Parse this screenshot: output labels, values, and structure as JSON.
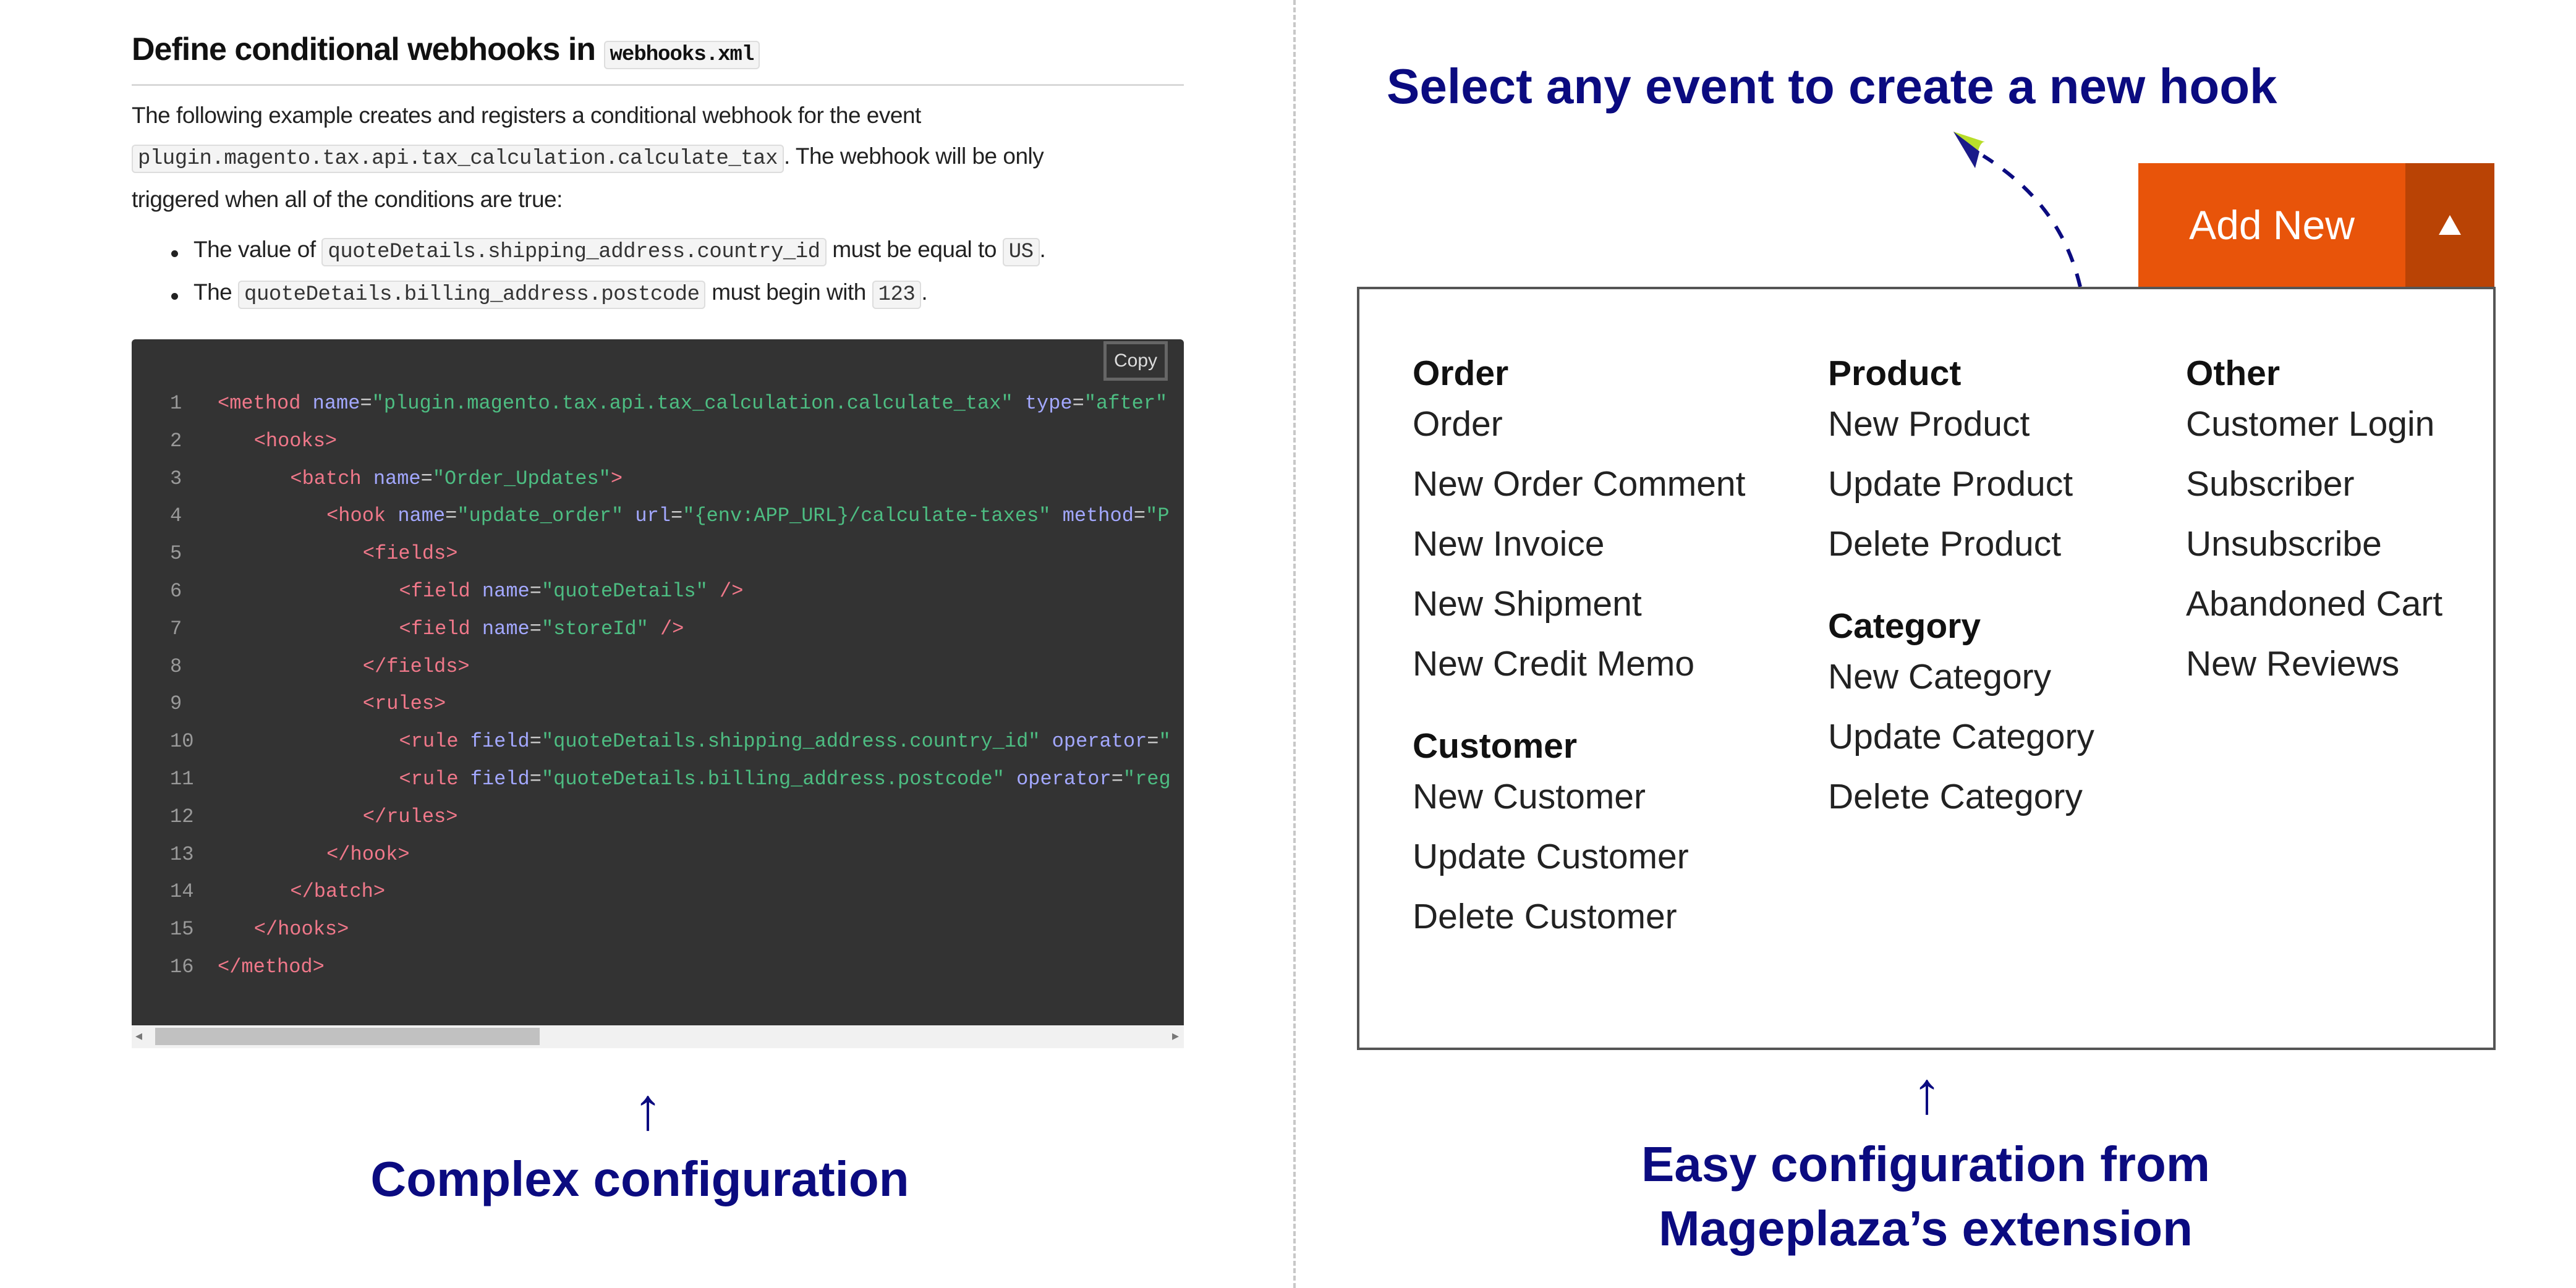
{
  "doc": {
    "heading_text": "Define conditional webhooks in",
    "heading_code": "webhooks.xml",
    "para_line1": "The following example creates and registers a conditional webhook for the event",
    "para_code": "plugin.magento.tax.api.tax_calculation.calculate_tax",
    "para_line2_rest": ". The webhook will be only",
    "para_line3": "triggered when all of the conditions are true:",
    "bullets": [
      {
        "pre": "The value of",
        "code1": "quoteDetails.shipping_address.country_id",
        "mid": "must be equal to",
        "code2": "US",
        "post": "."
      },
      {
        "pre": "The",
        "code1": "quoteDetails.billing_address.postcode",
        "mid": "must begin with",
        "code2": "123",
        "post": "."
      }
    ],
    "copy_label": "Copy",
    "code_lines": [
      {
        "n": "1",
        "indent": 0,
        "tokens": [
          [
            "tag",
            "<method"
          ],
          [
            "p",
            " "
          ],
          [
            "attr",
            "name"
          ],
          [
            "p",
            "="
          ],
          [
            "str",
            "\"plugin.magento.tax.api.tax_calculation.calculate_tax\""
          ],
          [
            "p",
            " "
          ],
          [
            "attr",
            "type"
          ],
          [
            "p",
            "="
          ],
          [
            "str",
            "\"after\""
          ]
        ]
      },
      {
        "n": "2",
        "indent": 1,
        "tokens": [
          [
            "tag",
            "<hooks>"
          ]
        ]
      },
      {
        "n": "3",
        "indent": 2,
        "tokens": [
          [
            "tag",
            "<batch"
          ],
          [
            "p",
            " "
          ],
          [
            "attr",
            "name"
          ],
          [
            "p",
            "="
          ],
          [
            "str",
            "\"Order_Updates\""
          ],
          [
            "tag",
            ">"
          ]
        ]
      },
      {
        "n": "4",
        "indent": 3,
        "tokens": [
          [
            "tag",
            "<hook"
          ],
          [
            "p",
            " "
          ],
          [
            "attr",
            "name"
          ],
          [
            "p",
            "="
          ],
          [
            "str",
            "\"update_order\""
          ],
          [
            "p",
            " "
          ],
          [
            "attr",
            "url"
          ],
          [
            "p",
            "="
          ],
          [
            "str",
            "\"{env:APP_URL}/calculate-taxes\""
          ],
          [
            "p",
            " "
          ],
          [
            "attr",
            "method"
          ],
          [
            "p",
            "="
          ],
          [
            "str",
            "\"P"
          ]
        ]
      },
      {
        "n": "5",
        "indent": 4,
        "tokens": [
          [
            "tag",
            "<fields>"
          ]
        ]
      },
      {
        "n": "6",
        "indent": 5,
        "tokens": [
          [
            "tag",
            "<field"
          ],
          [
            "p",
            " "
          ],
          [
            "attr",
            "name"
          ],
          [
            "p",
            "="
          ],
          [
            "str",
            "\"quoteDetails\""
          ],
          [
            "p",
            " "
          ],
          [
            "tag",
            "/>"
          ]
        ]
      },
      {
        "n": "7",
        "indent": 5,
        "tokens": [
          [
            "tag",
            "<field"
          ],
          [
            "p",
            " "
          ],
          [
            "attr",
            "name"
          ],
          [
            "p",
            "="
          ],
          [
            "str",
            "\"storeId\""
          ],
          [
            "p",
            " "
          ],
          [
            "tag",
            "/>"
          ]
        ]
      },
      {
        "n": "8",
        "indent": 4,
        "tokens": [
          [
            "tag",
            "</fields>"
          ]
        ]
      },
      {
        "n": "9",
        "indent": 4,
        "tokens": [
          [
            "tag",
            "<rules>"
          ]
        ]
      },
      {
        "n": "10",
        "indent": 5,
        "tokens": [
          [
            "tag",
            "<rule"
          ],
          [
            "p",
            " "
          ],
          [
            "attr",
            "field"
          ],
          [
            "p",
            "="
          ],
          [
            "str",
            "\"quoteDetails.shipping_address.country_id\""
          ],
          [
            "p",
            " "
          ],
          [
            "attr",
            "operator"
          ],
          [
            "p",
            "="
          ],
          [
            "str",
            "\""
          ]
        ]
      },
      {
        "n": "11",
        "indent": 5,
        "tokens": [
          [
            "tag",
            "<rule"
          ],
          [
            "p",
            " "
          ],
          [
            "attr",
            "field"
          ],
          [
            "p",
            "="
          ],
          [
            "str",
            "\"quoteDetails.billing_address.postcode\""
          ],
          [
            "p",
            " "
          ],
          [
            "attr",
            "operator"
          ],
          [
            "p",
            "="
          ],
          [
            "str",
            "\"reg"
          ]
        ]
      },
      {
        "n": "12",
        "indent": 4,
        "tokens": [
          [
            "tag",
            "</rules>"
          ]
        ]
      },
      {
        "n": "13",
        "indent": 3,
        "tokens": [
          [
            "tag",
            "</hook>"
          ]
        ]
      },
      {
        "n": "14",
        "indent": 2,
        "tokens": [
          [
            "tag",
            "</batch>"
          ]
        ]
      },
      {
        "n": "15",
        "indent": 1,
        "tokens": [
          [
            "tag",
            "</hooks>"
          ]
        ]
      },
      {
        "n": "16",
        "indent": 0,
        "tokens": [
          [
            "tag",
            "</method>"
          ]
        ]
      }
    ]
  },
  "left_caption": {
    "arrow": "↑",
    "text": "Complex configuration"
  },
  "right_title": "Select any event to create a new hook",
  "add_new": {
    "label": "Add New",
    "toggle": "▲"
  },
  "menu": {
    "columns": [
      {
        "groups": [
          {
            "title": "Order",
            "items": [
              "Order",
              "New Order Comment",
              "New Invoice",
              "New Shipment",
              "New Credit Memo"
            ]
          },
          {
            "title": "Customer",
            "items": [
              "New Customer",
              "Update Customer",
              "Delete Customer"
            ]
          }
        ]
      },
      {
        "groups": [
          {
            "title": "Product",
            "items": [
              "New Product",
              "Update Product",
              "Delete Product"
            ]
          },
          {
            "title": "Category",
            "items": [
              "New Category",
              "Update Category",
              "Delete Category"
            ]
          }
        ]
      },
      {
        "groups": [
          {
            "title": "Other",
            "items": [
              "Customer Login",
              "Subscriber",
              "Unsubscribe",
              "Abandoned Cart",
              "New Reviews"
            ]
          }
        ]
      }
    ]
  },
  "right_caption": {
    "arrow": "↑",
    "line1": "Easy configuration from",
    "line2": "Mageplaza’s extension"
  },
  "colors": {
    "accent": "#e8540a",
    "accent_dark": "#b94305",
    "caption": "#0b0b80",
    "code_bg": "#333333"
  }
}
